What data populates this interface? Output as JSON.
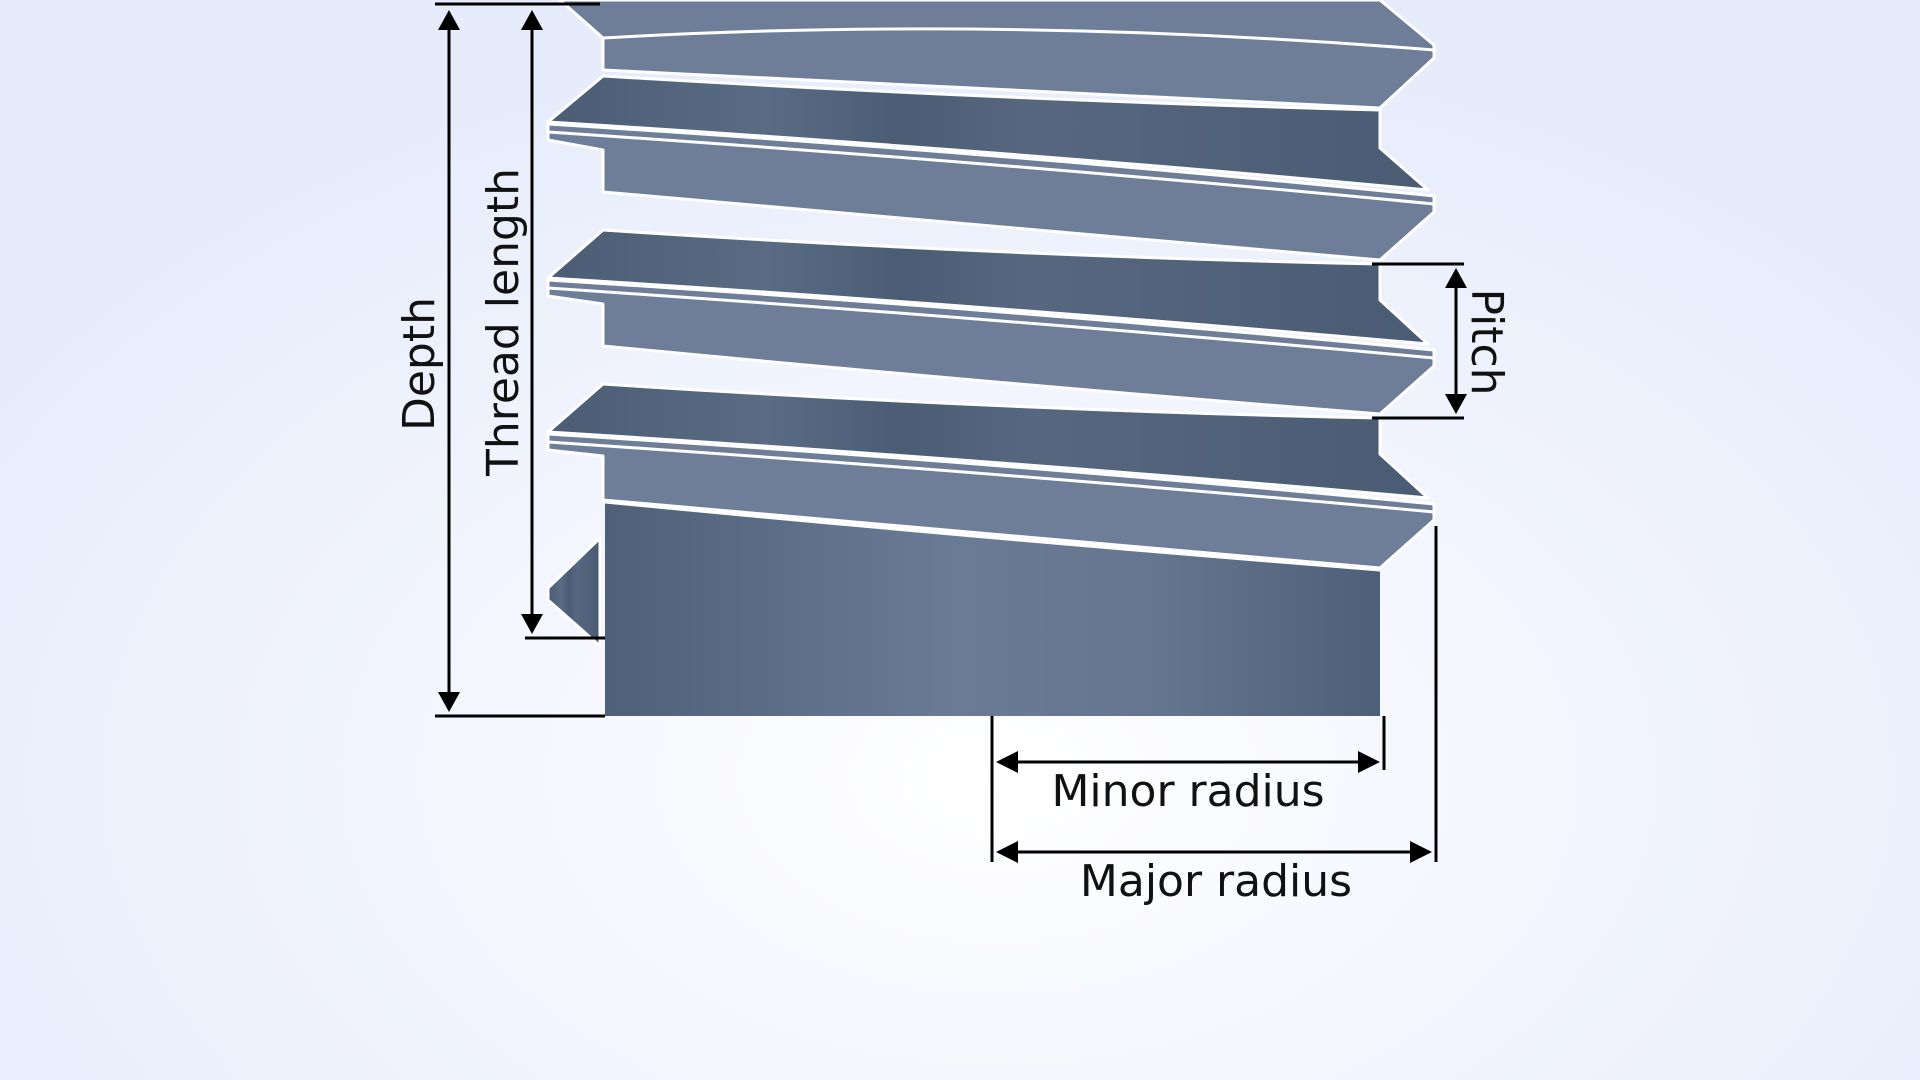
{
  "diagram": {
    "labels": {
      "depth": "Depth",
      "thread_length": "Thread length",
      "pitch": "Pitch",
      "minor_radius": "Minor radius",
      "major_radius": "Major radius"
    },
    "colors": {
      "background_center": "#ffffff",
      "background_edge": "#e6ecfb",
      "thread_light": "#6e7e98",
      "thread_dark": "#4e5f78",
      "body": "#566a85",
      "outline": "#ffffff",
      "dimension": "#000000"
    }
  }
}
